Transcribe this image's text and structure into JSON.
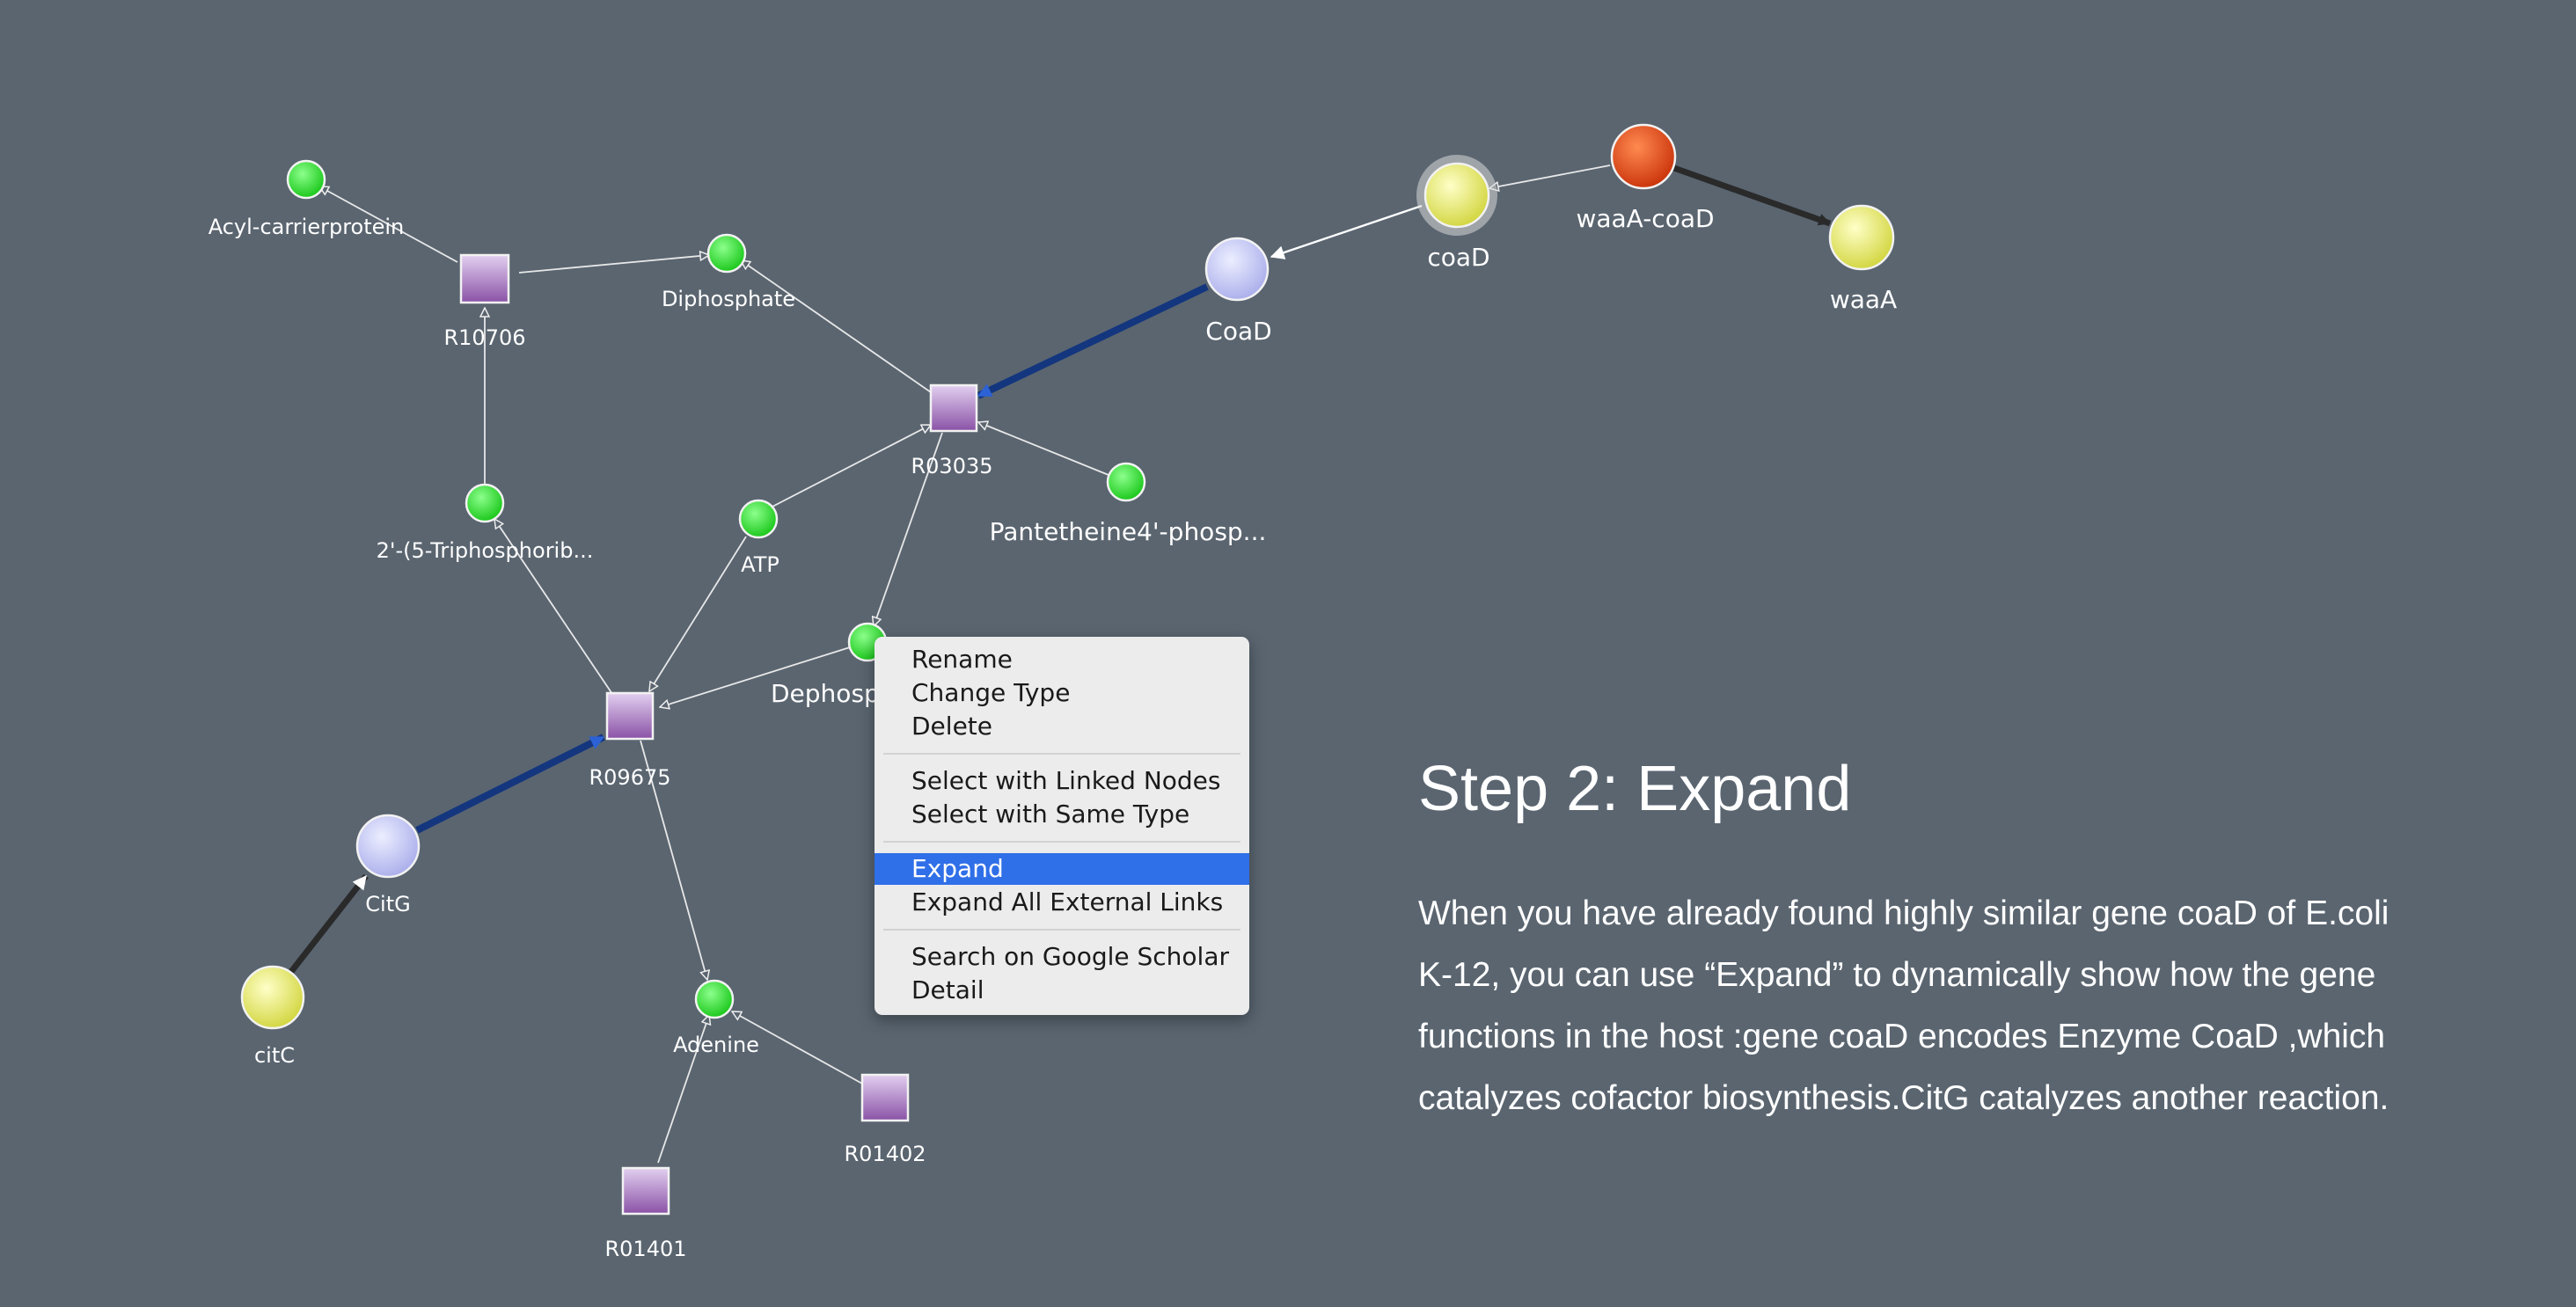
{
  "nodes": {
    "acyl_carrierprotein": "Acyl-carrierprotein",
    "diphosphate": "Diphosphate",
    "r10706": "R10706",
    "r03035": "R03035",
    "triphosphoribosyl": "2'-(5-Triphosphorib...",
    "atp": "ATP",
    "pantetheine": "Pantetheine4'-phosp...",
    "dephospho": "Dephosp",
    "r09675": "R09675",
    "citG": "CitG",
    "citC": "citC",
    "adenine": "Adenine",
    "r01402": "R01402",
    "r01401": "R01401",
    "coaD_enzyme": "CoaD",
    "coaD_gene": "coaD",
    "waaA_coaD": "waaA-coaD",
    "waaA": "waaA"
  },
  "context_menu": {
    "rename": "Rename",
    "change_type": "Change Type",
    "delete": "Delete",
    "select_linked": "Select with Linked Nodes",
    "select_same_type": "Select with Same Type",
    "expand": "Expand",
    "expand_all": "Expand All External Links",
    "search_scholar": "Search on Google Scholar",
    "detail": "Detail",
    "highlighted_item": "Expand"
  },
  "step": {
    "title": "Step 2: Expand",
    "description": "When you have already found highly similar gene coaD of E.coli K-12, you can use “Expand” to dynamically show how the gene functions in the host :gene coaD encodes Enzyme CoaD ,which catalyzes cofactor biosynthesis.CitG catalyzes another reaction."
  },
  "colors": {
    "background": "#5a6570",
    "compound": "#2fd32f",
    "reaction": "#a878c0",
    "enzyme": "#c8cbf4",
    "gene": "#eef07a",
    "selected_gene": "#e04a18",
    "edge": "#e8e8e8",
    "highlight_edge": "#1a46a8",
    "menu_highlight": "#2f6fe8"
  }
}
